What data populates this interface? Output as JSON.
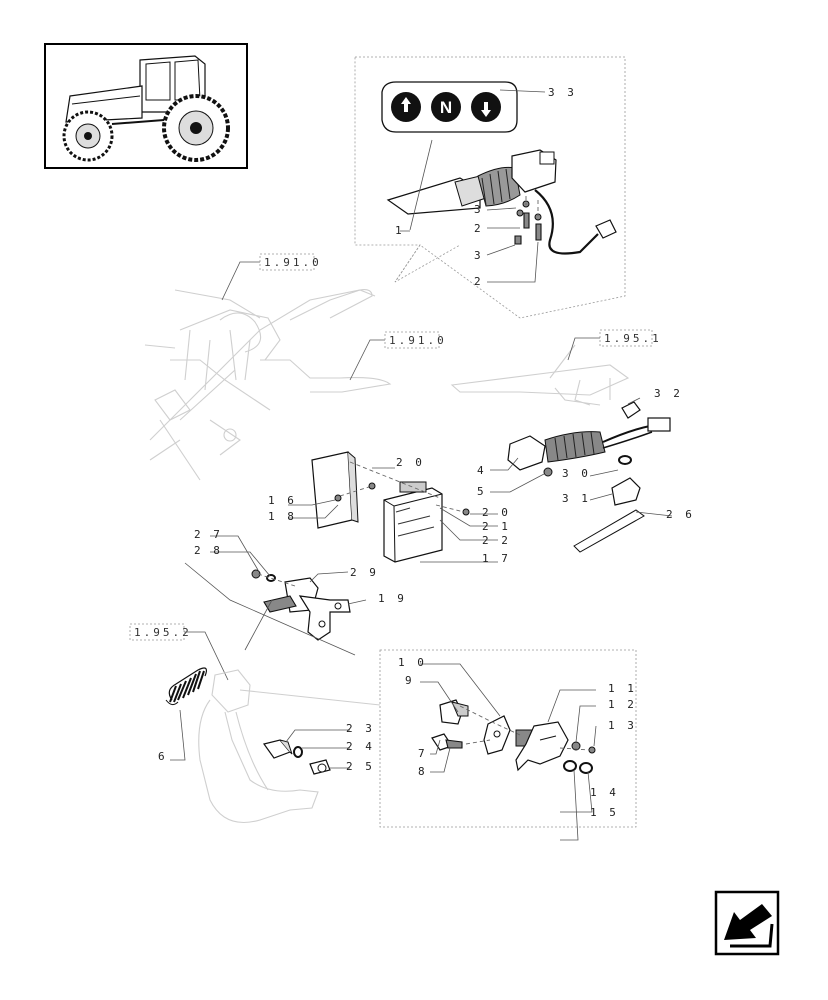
{
  "refs": [
    "1.91.0",
    "1.91.0",
    "1.95.1",
    "1.95.2"
  ],
  "callouts": {
    "c33": "3 3",
    "c1": "1",
    "c3a": "3",
    "c2a": "2",
    "c3b": "3",
    "c2b": "2",
    "c32": "3 2",
    "c4": "4",
    "c5": "5",
    "c30": "3 0",
    "c31": "3 1",
    "c26": "2 6",
    "c20a": "2 0",
    "c16": "1 6",
    "c18": "1 8",
    "c20b": "2 0",
    "c21": "2 1",
    "c22": "2 2",
    "c17": "1 7",
    "c27": "2 7",
    "c28": "2 8",
    "c29": "2 9",
    "c19": "1 9",
    "c6": "6",
    "c23": "2 3",
    "c24": "2 4",
    "c25": "2 5",
    "c10": "1 0",
    "c9": "9",
    "c11": "1 1",
    "c12": "1 2",
    "c13": "1 3",
    "c7": "7",
    "c8": "8",
    "c14": "1 4",
    "c15": "1 5"
  },
  "panel_symbols": [
    "forward-arrow-icon",
    "N",
    "reverse-arrow-icon"
  ],
  "icons": [
    "tractor-thumbnail-icon",
    "return-arrow-icon"
  ]
}
